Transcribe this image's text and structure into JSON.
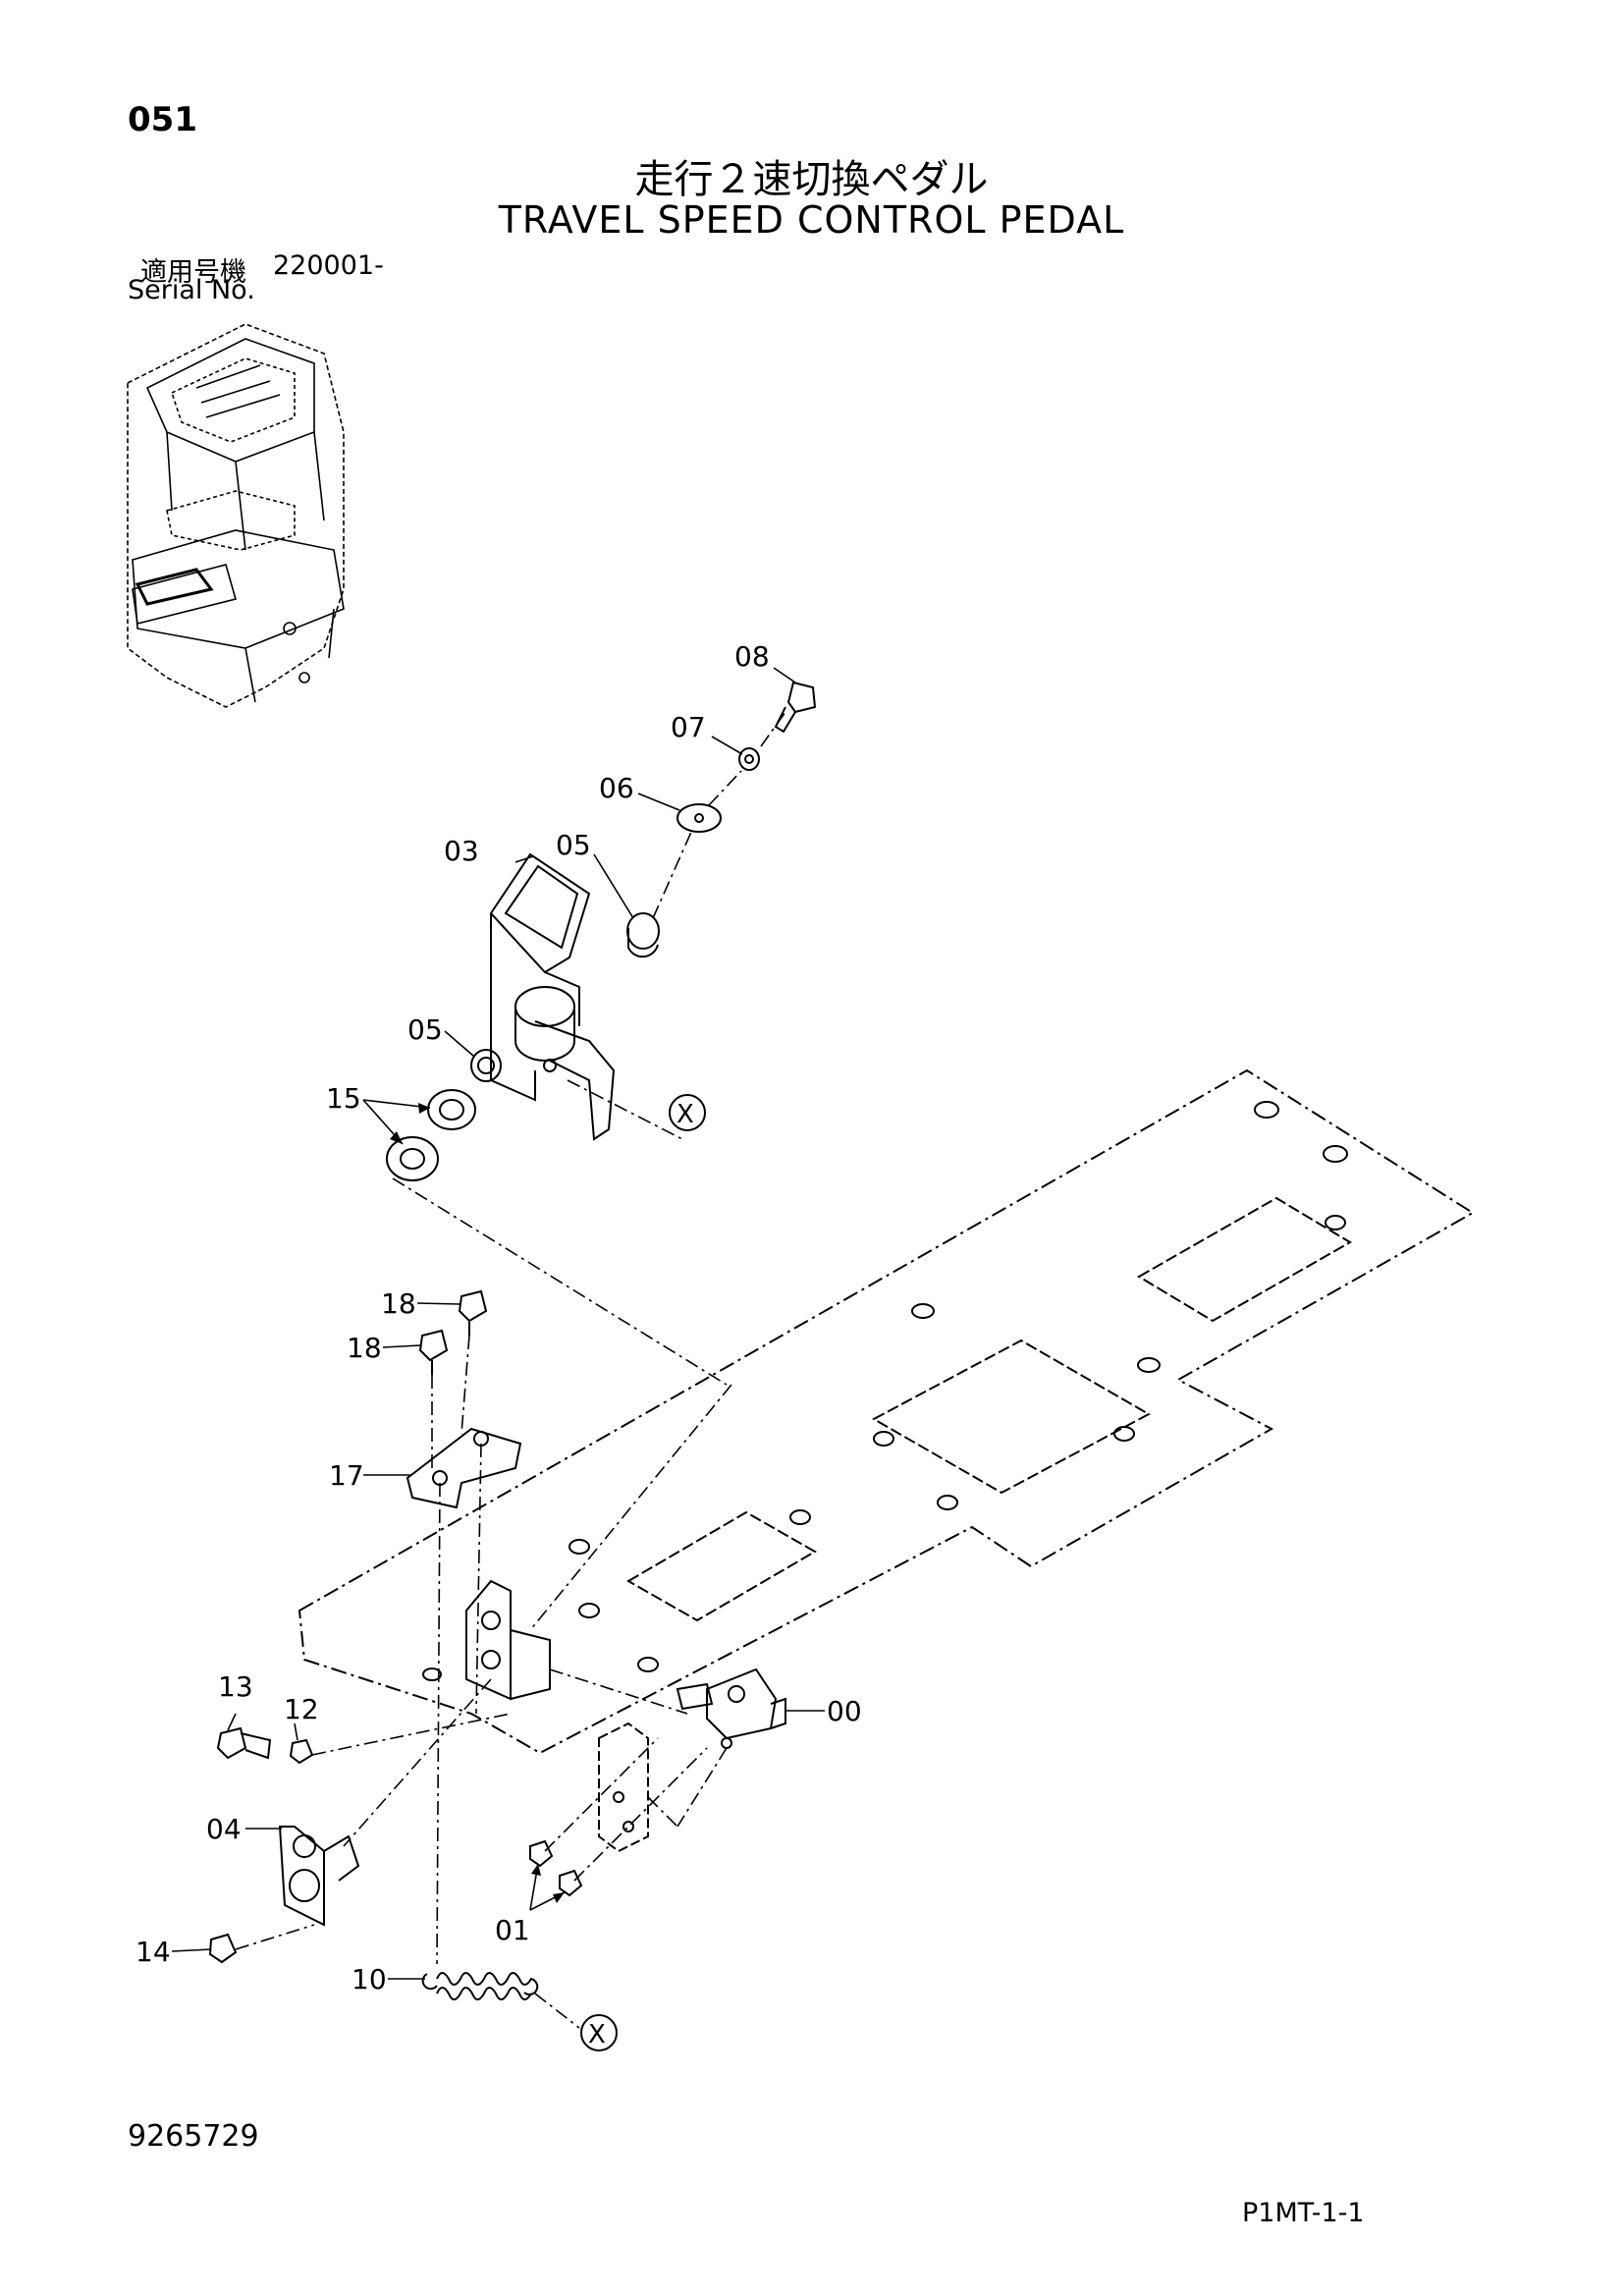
{
  "header": {
    "page_number": "051",
    "title_jp": "走行２速切換ペダル",
    "title_en": "TRAVEL SPEED CONTROL PEDAL",
    "serial_label_jp": "適用号機",
    "serial_number": "220001-",
    "serial_label_en": "Serial No."
  },
  "callouts": {
    "p00": "00",
    "p01": "01",
    "p03": "03",
    "p04": "04",
    "p05a": "05",
    "p05b": "05",
    "p06": "06",
    "p07": "07",
    "p08": "08",
    "p10": "10",
    "p12": "12",
    "p13": "13",
    "p14": "14",
    "p15": "15",
    "p17": "17",
    "p18a": "18",
    "p18b": "18",
    "xa": "X",
    "xb": "X"
  },
  "footer": {
    "document_number": "9265729",
    "page_code": "P1MT-1-1"
  }
}
